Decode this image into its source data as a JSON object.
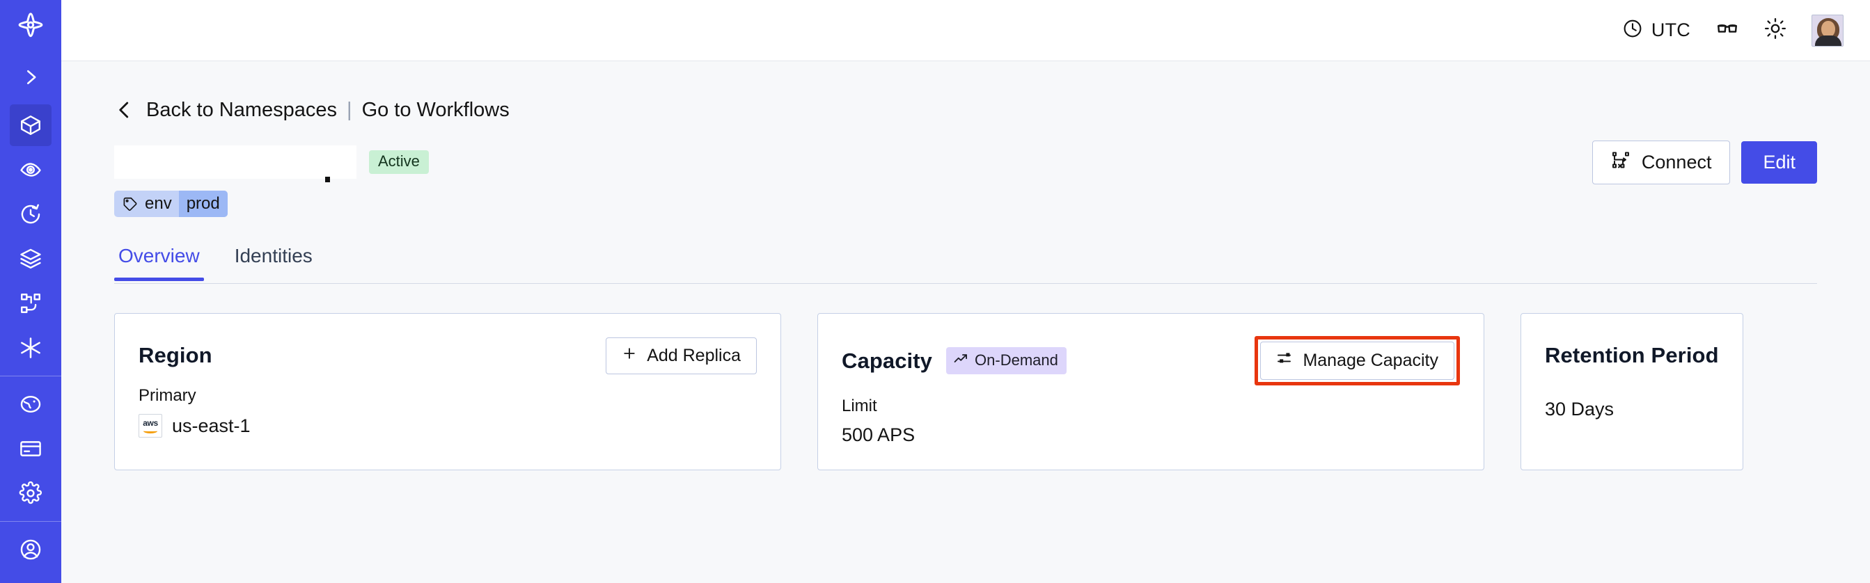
{
  "sidebar": {
    "logo": {
      "name": "temporal-logo"
    },
    "expand": {
      "name": "chevron-right-icon",
      "label": "Expand"
    },
    "items": [
      {
        "icon": "cube-icon",
        "label": "Namespaces",
        "active": true
      },
      {
        "icon": "eye-icon",
        "label": "Observability",
        "active": false
      },
      {
        "icon": "history-icon",
        "label": "Schedules",
        "active": false
      },
      {
        "icon": "layers-icon",
        "label": "Batch Operations",
        "active": false
      },
      {
        "icon": "nodes-icon",
        "label": "Workflows",
        "active": false
      },
      {
        "icon": "asterisk-icon",
        "label": "Nexus",
        "active": false
      }
    ],
    "bottom_items": [
      {
        "icon": "globe-icon",
        "label": "Usage"
      },
      {
        "icon": "credit-card-icon",
        "label": "Billing"
      },
      {
        "icon": "gear-icon",
        "label": "Settings"
      }
    ]
  },
  "topbar": {
    "timezone_icon": "clock-icon",
    "timezone_label": "UTC",
    "reading_icon": "glasses-icon",
    "theme_icon": "sun-icon",
    "avatar_alt": "User avatar"
  },
  "breadcrumb": {
    "back_icon": "chevron-left-icon",
    "back_label": "Back to Namespaces",
    "separator": "|",
    "forward_label": "Go to Workflows"
  },
  "namespace": {
    "name": "",
    "status_badge": "Active",
    "tag": {
      "icon": "tag-icon",
      "key": "env",
      "value": "prod"
    }
  },
  "actions": {
    "connect_icon": "connect-flow-icon",
    "connect_label": "Connect",
    "edit_label": "Edit"
  },
  "tabs": [
    {
      "label": "Overview",
      "active": true
    },
    {
      "label": "Identities",
      "active": false
    }
  ],
  "cards": {
    "region": {
      "title": "Region",
      "action_icon": "plus-icon",
      "action_label": "Add Replica",
      "label": "Primary",
      "provider_icon": "aws-logo",
      "value": "us-east-1"
    },
    "capacity": {
      "title": "Capacity",
      "badge_icon": "trending-up-icon",
      "badge_label": "On-Demand",
      "action_icon": "sliders-icon",
      "action_label": "Manage Capacity",
      "action_highlighted": true,
      "label": "Limit",
      "value": "500 APS"
    },
    "retention": {
      "title": "Retention Period",
      "value": "30 Days"
    }
  },
  "colors": {
    "brand": "#444ce7",
    "sidebar": "#444ce7",
    "sidebar_active": "#3a41cc",
    "page_bg": "#f7f8fa",
    "card_border": "#c5d0e6",
    "status_active_bg": "#c9f0d4",
    "badge_ondemand_bg": "#ddd6fb",
    "tag_bg": "#c3d2f7",
    "tag_value_bg": "#9cb8f5",
    "highlight": "#e8360f"
  }
}
